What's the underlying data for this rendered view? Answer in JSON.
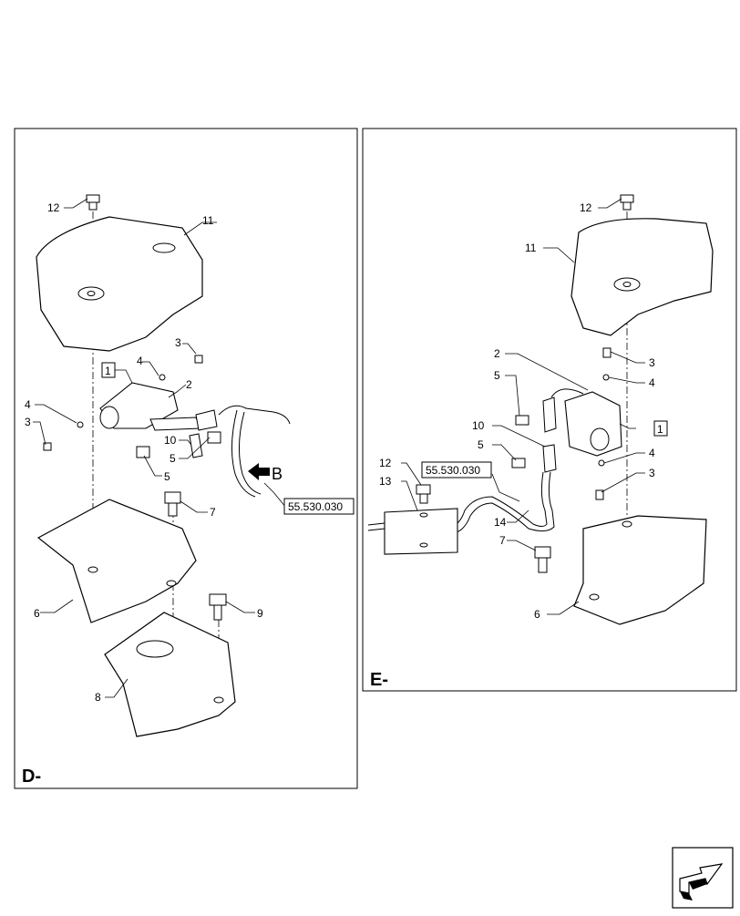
{
  "panels": {
    "left": {
      "corner_label": "D-",
      "ref_code": "55.530.030",
      "view_letter": "B",
      "boxed_label": "1",
      "callouts": [
        "12",
        "11",
        "3",
        "4",
        "2",
        "4",
        "3",
        "10",
        "5",
        "5",
        "7",
        "6",
        "9",
        "8"
      ]
    },
    "right": {
      "corner_label": "E-",
      "ref_code": "55.530.030",
      "boxed_label": "1",
      "callouts": [
        "12",
        "11",
        "2",
        "3",
        "5",
        "4",
        "10",
        "5",
        "4",
        "3",
        "12",
        "13",
        "14",
        "7",
        "6"
      ]
    }
  },
  "nav": {
    "icon": "next-page-arrow-icon"
  }
}
